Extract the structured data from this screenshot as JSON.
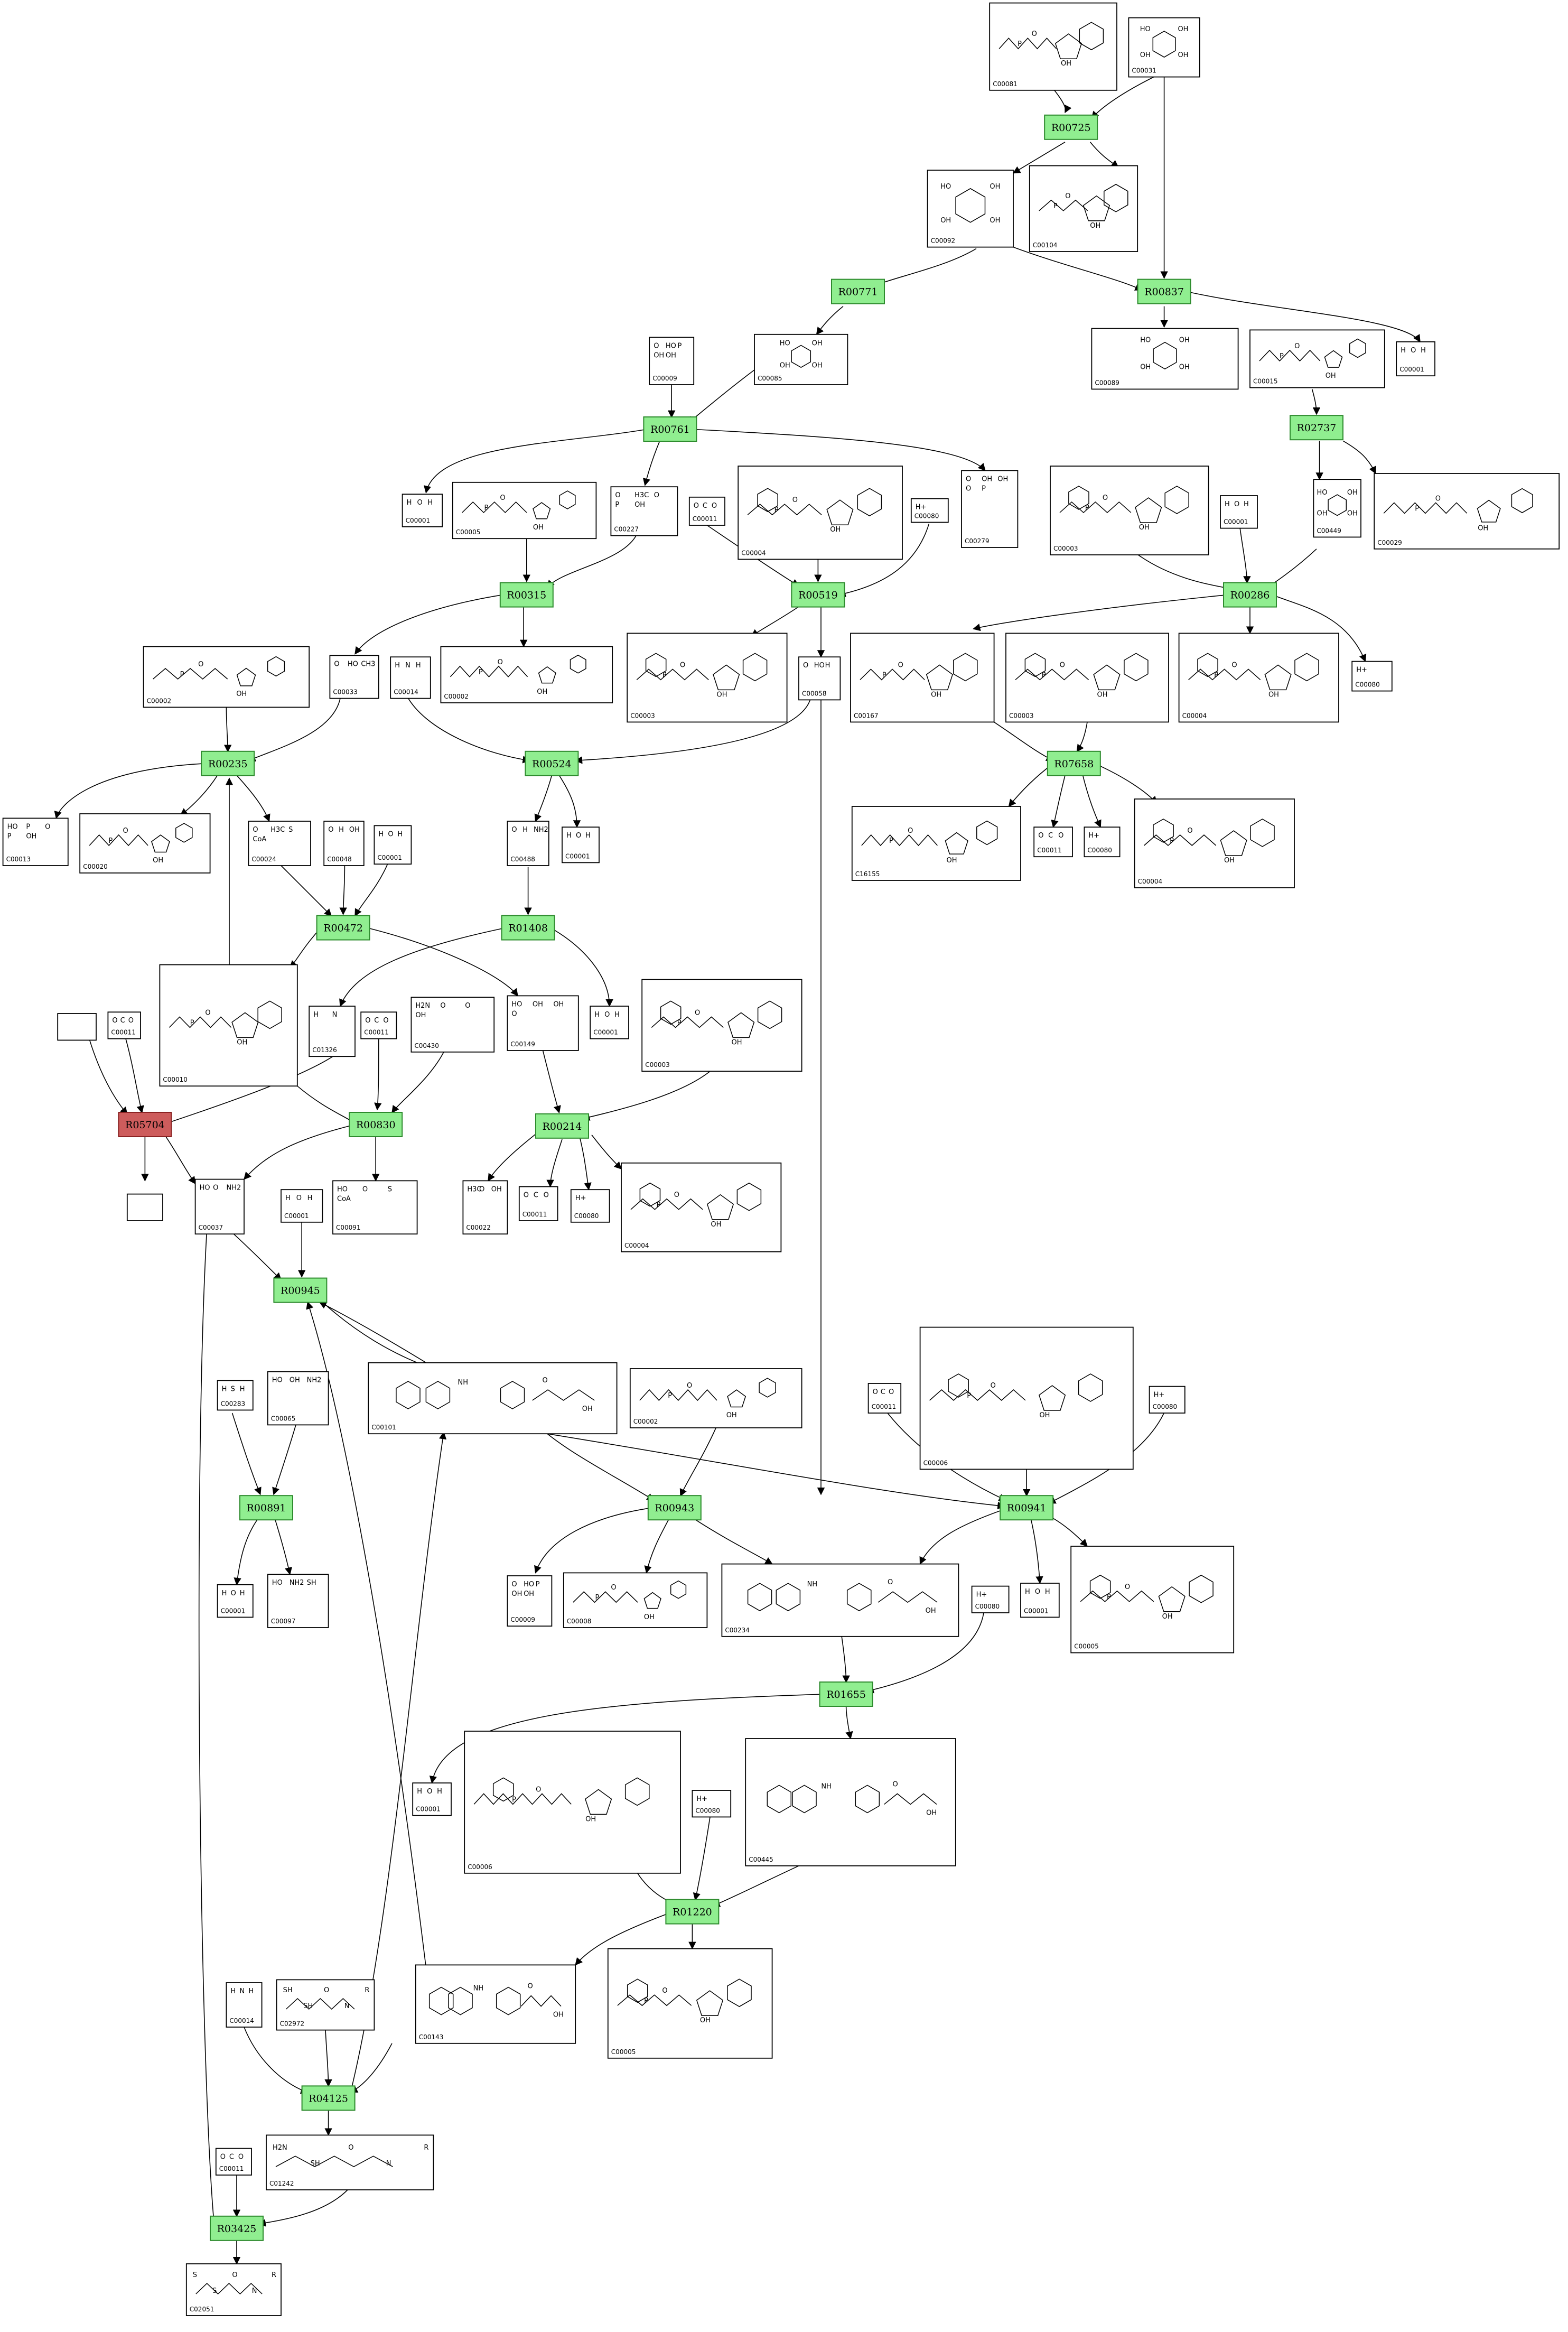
{
  "reactions": [
    {
      "id": "R00725"
    },
    {
      "id": "R00837"
    },
    {
      "id": "R00771"
    },
    {
      "id": "R00761"
    },
    {
      "id": "R02737"
    },
    {
      "id": "R00315"
    },
    {
      "id": "R00519"
    },
    {
      "id": "R00286"
    },
    {
      "id": "R00235"
    },
    {
      "id": "R00524"
    },
    {
      "id": "R07658"
    },
    {
      "id": "R00472"
    },
    {
      "id": "R01408"
    },
    {
      "id": "R05704"
    },
    {
      "id": "R00830"
    },
    {
      "id": "R00214"
    },
    {
      "id": "R00945"
    },
    {
      "id": "R00891"
    },
    {
      "id": "R00943"
    },
    {
      "id": "R00941"
    },
    {
      "id": "R01655"
    },
    {
      "id": "R01220"
    },
    {
      "id": "R04125"
    },
    {
      "id": "R03425"
    }
  ],
  "compounds": [
    {
      "id": "C00081",
      "kind": "nucleotide"
    },
    {
      "id": "C00031",
      "kind": "sugar"
    },
    {
      "id": "C00092",
      "kind": "sugar"
    },
    {
      "id": "C00104",
      "kind": "nucleotide"
    },
    {
      "id": "C00085",
      "kind": "sugar"
    },
    {
      "id": "C00009",
      "kind": "small",
      "atoms": [
        "O",
        "HO",
        "P",
        "OH",
        "OH"
      ]
    },
    {
      "id": "C00089",
      "kind": "sugar"
    },
    {
      "id": "C00015",
      "kind": "nucleotide"
    },
    {
      "id": "C00001",
      "kind": "water",
      "atoms": [
        "H",
        "O",
        "H"
      ]
    },
    {
      "id": "C00001",
      "kind": "water",
      "atoms": [
        "H",
        "O",
        "H"
      ]
    },
    {
      "id": "C00005",
      "kind": "nucleotide"
    },
    {
      "id": "C00227",
      "kind": "small",
      "atoms": [
        "O",
        "H3C",
        "O",
        "P",
        "OH"
      ]
    },
    {
      "id": "C00011",
      "kind": "small",
      "atoms": [
        "O",
        "C",
        "O"
      ]
    },
    {
      "id": "C00004",
      "kind": "cofactor"
    },
    {
      "id": "C00080",
      "kind": "small",
      "atoms": [
        "H+"
      ]
    },
    {
      "id": "C00279",
      "kind": "small",
      "atoms": [
        "O",
        "OH",
        "OH",
        "O",
        "P"
      ]
    },
    {
      "id": "C00003",
      "kind": "cofactor"
    },
    {
      "id": "C00001",
      "kind": "water",
      "atoms": [
        "H",
        "O",
        "H"
      ]
    },
    {
      "id": "C00449",
      "kind": "sugar"
    },
    {
      "id": "C00029",
      "kind": "nucleotide"
    },
    {
      "id": "C00002",
      "kind": "nucleotide"
    },
    {
      "id": "C00033",
      "kind": "small",
      "atoms": [
        "O",
        "HO",
        "CH3"
      ]
    },
    {
      "id": "C00014",
      "kind": "small",
      "atoms": [
        "H",
        "N",
        "H"
      ]
    },
    {
      "id": "C00002",
      "kind": "nucleotide"
    },
    {
      "id": "C00003",
      "kind": "cofactor"
    },
    {
      "id": "C00058",
      "kind": "small",
      "atoms": [
        "O",
        "HO",
        "H"
      ]
    },
    {
      "id": "C00167",
      "kind": "nucleotide"
    },
    {
      "id": "C00003",
      "kind": "cofactor"
    },
    {
      "id": "C00004",
      "kind": "cofactor"
    },
    {
      "id": "C00080",
      "kind": "small",
      "atoms": [
        "H+"
      ]
    },
    {
      "id": "C00013",
      "kind": "small",
      "atoms": [
        "HO",
        "P",
        "O",
        "P",
        "OH"
      ]
    },
    {
      "id": "C00020",
      "kind": "nucleotide"
    },
    {
      "id": "C00024",
      "kind": "small",
      "atoms": [
        "O",
        "H3C",
        "S",
        "CoA"
      ]
    },
    {
      "id": "C00048",
      "kind": "small",
      "atoms": [
        "O",
        "H",
        "OH"
      ]
    },
    {
      "id": "C00001",
      "kind": "water",
      "atoms": [
        "H",
        "O",
        "H"
      ]
    },
    {
      "id": "C00488",
      "kind": "small",
      "atoms": [
        "O",
        "H",
        "NH2"
      ]
    },
    {
      "id": "C00001",
      "kind": "water",
      "atoms": [
        "H",
        "O",
        "H"
      ]
    },
    {
      "id": "C16155",
      "kind": "nucleotide"
    },
    {
      "id": "C00011",
      "kind": "small",
      "atoms": [
        "O",
        "C",
        "O"
      ]
    },
    {
      "id": "C00080",
      "kind": "small",
      "atoms": [
        "H+"
      ]
    },
    {
      "id": "C00004",
      "kind": "cofactor"
    },
    {
      "id": "",
      "kind": "blank"
    },
    {
      "id": "C00011",
      "kind": "small",
      "atoms": [
        "O",
        "C",
        "O"
      ]
    },
    {
      "id": "C00010",
      "kind": "nucleotide"
    },
    {
      "id": "C01326",
      "kind": "small",
      "atoms": [
        "H",
        "N"
      ]
    },
    {
      "id": "C00011",
      "kind": "small",
      "atoms": [
        "O",
        "C",
        "O"
      ]
    },
    {
      "id": "C00430",
      "kind": "small",
      "atoms": [
        "H2N",
        "O",
        "O",
        "OH"
      ]
    },
    {
      "id": "C00149",
      "kind": "small",
      "atoms": [
        "HO",
        "OH",
        "OH",
        "O"
      ]
    },
    {
      "id": "C00001",
      "kind": "water",
      "atoms": [
        "H",
        "O",
        "H"
      ]
    },
    {
      "id": "C00003",
      "kind": "cofactor"
    },
    {
      "id": "",
      "kind": "blank"
    },
    {
      "id": "C00037",
      "kind": "small",
      "atoms": [
        "HO",
        "O",
        "NH2"
      ]
    },
    {
      "id": "C00001",
      "kind": "water",
      "atoms": [
        "H",
        "O",
        "H"
      ]
    },
    {
      "id": "C00091",
      "kind": "small",
      "atoms": [
        "HO",
        "O",
        "S",
        "CoA"
      ]
    },
    {
      "id": "C00022",
      "kind": "small",
      "atoms": [
        "H3C",
        "O",
        "OH"
      ]
    },
    {
      "id": "C00011",
      "kind": "small",
      "atoms": [
        "O",
        "C",
        "O"
      ]
    },
    {
      "id": "C00080",
      "kind": "small",
      "atoms": [
        "H+"
      ]
    },
    {
      "id": "C00004",
      "kind": "cofactor"
    },
    {
      "id": "C00283",
      "kind": "small",
      "atoms": [
        "H",
        "S",
        "H"
      ]
    },
    {
      "id": "C00065",
      "kind": "small",
      "atoms": [
        "HO",
        "OH",
        "NH2"
      ]
    },
    {
      "id": "C00101",
      "kind": "pteridine"
    },
    {
      "id": "C00002",
      "kind": "nucleotide"
    },
    {
      "id": "C00011",
      "kind": "small",
      "atoms": [
        "O",
        "C",
        "O"
      ]
    },
    {
      "id": "C00006",
      "kind": "cofactor"
    },
    {
      "id": "C00080",
      "kind": "small",
      "atoms": [
        "H+"
      ]
    },
    {
      "id": "C00001",
      "kind": "water",
      "atoms": [
        "H",
        "O",
        "H"
      ]
    },
    {
      "id": "C00097",
      "kind": "small",
      "atoms": [
        "HO",
        "NH2",
        "SH"
      ]
    },
    {
      "id": "C00009",
      "kind": "small",
      "atoms": [
        "O",
        "HO",
        "P",
        "OH",
        "OH"
      ]
    },
    {
      "id": "C00008",
      "kind": "nucleotide"
    },
    {
      "id": "C00234",
      "kind": "pteridine"
    },
    {
      "id": "C00080",
      "kind": "small",
      "atoms": [
        "H+"
      ]
    },
    {
      "id": "C00001",
      "kind": "water",
      "atoms": [
        "H",
        "O",
        "H"
      ]
    },
    {
      "id": "C00005",
      "kind": "cofactor"
    },
    {
      "id": "C00001",
      "kind": "water",
      "atoms": [
        "H",
        "O",
        "H"
      ]
    },
    {
      "id": "C00006",
      "kind": "cofactor"
    },
    {
      "id": "C00080",
      "kind": "small",
      "atoms": [
        "H+"
      ]
    },
    {
      "id": "C00445",
      "kind": "pteridine"
    },
    {
      "id": "C00014",
      "kind": "small",
      "atoms": [
        "H",
        "N",
        "H"
      ]
    },
    {
      "id": "C02972",
      "kind": "lipoyl",
      "atoms": [
        "SH",
        "SH",
        "O",
        "N",
        "R"
      ]
    },
    {
      "id": "C00143",
      "kind": "pteridine"
    },
    {
      "id": "C00005",
      "kind": "cofactor"
    },
    {
      "id": "C00011",
      "kind": "small",
      "atoms": [
        "O",
        "C",
        "O"
      ]
    },
    {
      "id": "C01242",
      "kind": "lipoyl",
      "atoms": [
        "H2N",
        "SH",
        "O",
        "N",
        "R"
      ]
    },
    {
      "id": "C02051",
      "kind": "lipoyl",
      "atoms": [
        "S",
        "S",
        "O",
        "N",
        "R"
      ]
    }
  ]
}
